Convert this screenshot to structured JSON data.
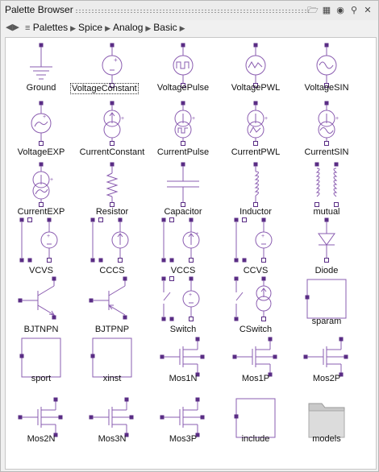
{
  "window": {
    "title": "Palette Browser"
  },
  "toolbar": {
    "icons": [
      "folder-open-icon",
      "grid-icon",
      "binoculars-icon",
      "search-icon",
      "close-icon"
    ]
  },
  "breadcrumb": {
    "icon": "list-icon",
    "items": [
      "Palettes",
      "Spice",
      "Analog",
      "Basic"
    ]
  },
  "components": [
    "Ground",
    "VoltageConstant",
    "VoltagePulse",
    "VoltagePWL",
    "VoltageSIN",
    "VoltageEXP",
    "CurrentConstant",
    "CurrentPulse",
    "CurrentPWL",
    "CurrentSIN",
    "CurrentEXP",
    "Resistor",
    "Capacitor",
    "Inductor",
    "mutual",
    "VCVS",
    "CCCS",
    "VCCS",
    "CCVS",
    "Diode",
    "BJTNPN",
    "BJTPNP",
    "Switch",
    "CSwitch",
    "sparam",
    "sport",
    "xinst",
    "Mos1N",
    "Mos1P",
    "Mos2P",
    "Mos2N",
    "Mos3N",
    "Mos3P",
    "include",
    "models"
  ],
  "selected": "VoltageConstant",
  "colors": {
    "symbol": "#8a5cb0",
    "pin": "#5a2d85"
  }
}
